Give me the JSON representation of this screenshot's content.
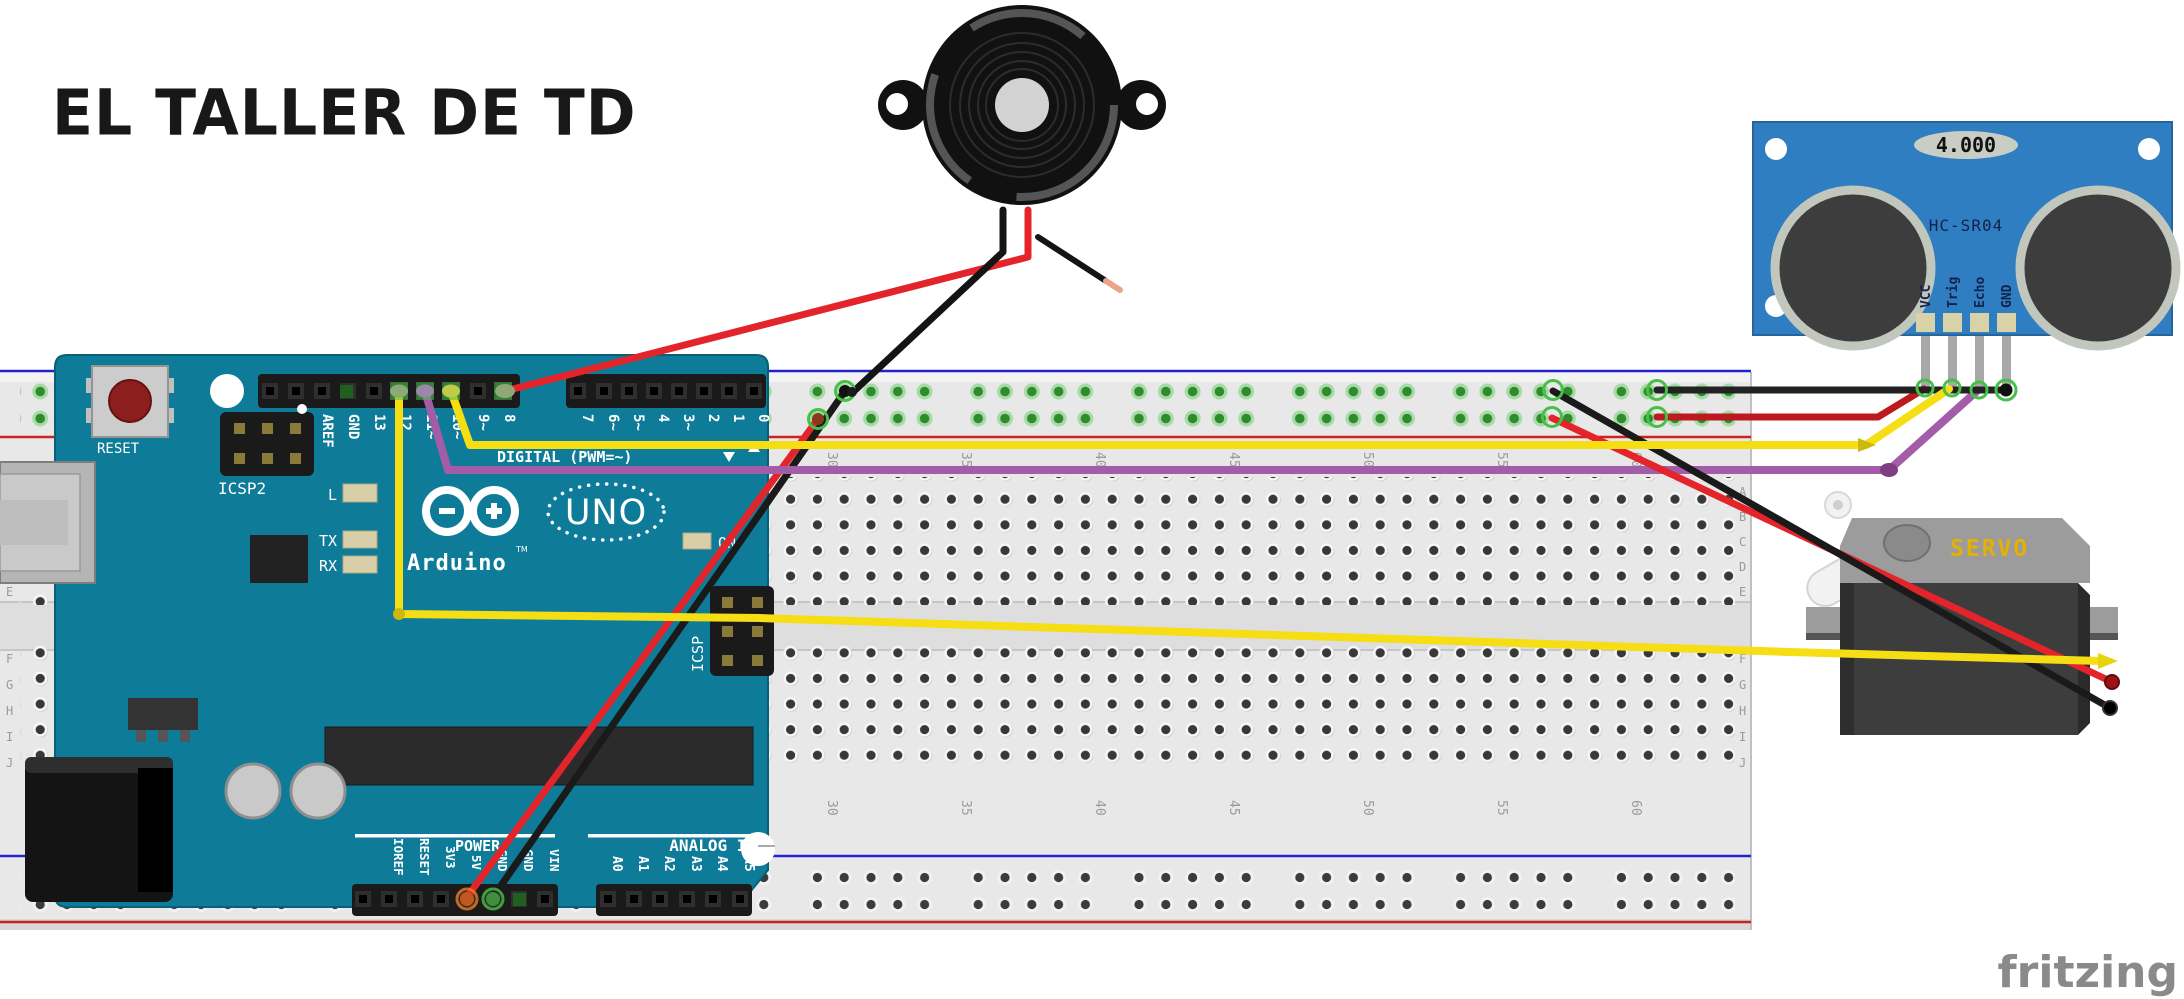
{
  "title": "EL TALLER DE TD",
  "watermark": "fritzing",
  "arduino": {
    "name": "Arduino UNO",
    "reset_label": "RESET",
    "icsp2_label": "ICSP2",
    "icsp_label": "ICSP",
    "led_l": "L",
    "led_tx": "TX",
    "led_rx": "RX",
    "led_on": "ON",
    "logo_text": "UNO",
    "brand": "Arduino",
    "brand_tm": "TM",
    "digital_caption": "DIGITAL (PWM=~)",
    "digital_pins_left": [
      "AREF",
      "GND",
      "13",
      "12",
      "11~",
      "10~",
      "9~",
      "8"
    ],
    "digital_pins_right": [
      "7",
      "6~",
      "5~",
      "4",
      "3~",
      "2",
      "1",
      "0"
    ],
    "power_caption": "POWER",
    "power_pins": [
      "IOREF",
      "RESET",
      "3V3",
      "5V",
      "GND",
      "GND",
      "VIN"
    ],
    "analog_caption": "ANALOG IN",
    "analog_pins": [
      "A0",
      "A1",
      "A2",
      "A3",
      "A4",
      "A5"
    ]
  },
  "sensor": {
    "name": "HC-SR04 ultrasonic sensor",
    "display": "4.000",
    "model": "HC-SR04",
    "pins": [
      "VCC",
      "Trig",
      "Echo",
      "GND"
    ]
  },
  "servo": {
    "name": "servo motor",
    "label": "SERVO"
  },
  "buzzer": {
    "name": "piezo buzzer"
  },
  "breadboard": {
    "column_numbers": [
      "30",
      "35",
      "40",
      "45",
      "50",
      "55",
      "60"
    ],
    "row_letters_top": [
      "A",
      "B",
      "C",
      "D",
      "E"
    ],
    "row_letters_bottom": [
      "F",
      "G",
      "H",
      "I",
      "J"
    ]
  },
  "wires": {
    "red": "#E3242B",
    "dark_red": "#BC1A1F",
    "black": "#1A1A1A",
    "yellow": "#F5DE13",
    "purple": "#A35CA8"
  },
  "colors": {
    "arduino_board": "#0E7C99",
    "sensor_board": "#2F7EC2",
    "breadboard": "#E8E8E8",
    "rail_blue": "#2222CC",
    "rail_red": "#CC2222"
  }
}
